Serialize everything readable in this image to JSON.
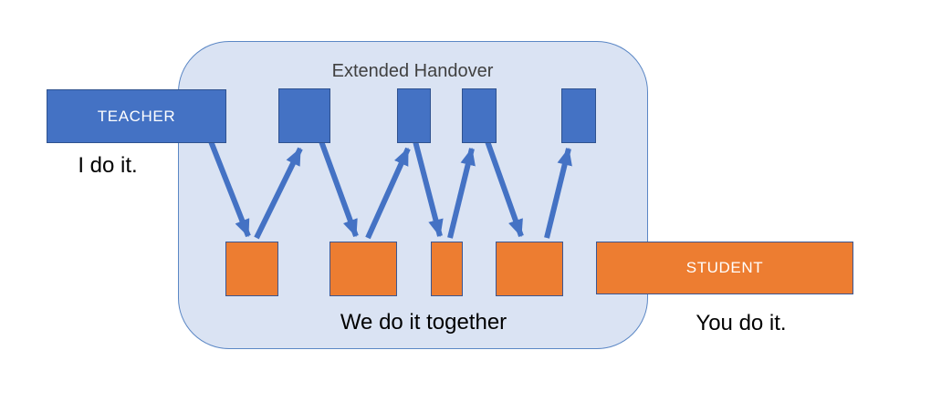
{
  "diagram": {
    "title": "Extended Handover",
    "teacher": {
      "label": "TEACHER",
      "caption": "I do it."
    },
    "container": {
      "caption": "We do it together"
    },
    "student": {
      "label": "STUDENT",
      "caption": "You do it."
    },
    "shape_counts": {
      "teacher_row_boxes": 5,
      "student_row_boxes": 5,
      "arrows": 8
    },
    "colors": {
      "teacher_fill": "#4472c4",
      "teacher_border": "#2f528f",
      "student_fill": "#ed7d31",
      "student_border": "#3b5692",
      "container_fill": "#dae3f3",
      "container_border": "#5b87c5",
      "arrow": "#4472c4",
      "title": "#404040",
      "caption": "#000000"
    }
  }
}
